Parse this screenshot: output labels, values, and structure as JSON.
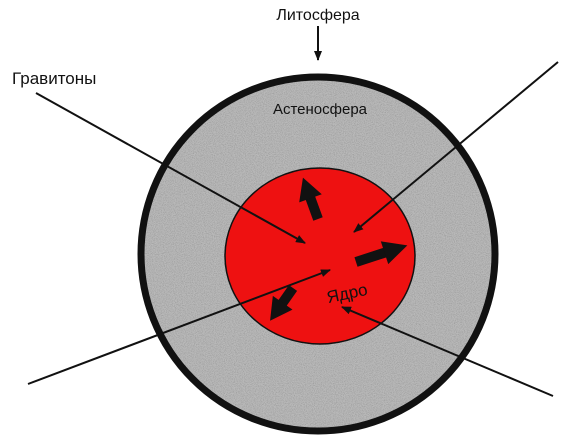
{
  "labels": {
    "lithosphere": "Литосфера",
    "gravitons": "Гравитоны",
    "asthenosphere": "Астеносфера",
    "core": "Ядро"
  },
  "colors": {
    "background": "#ffffff",
    "lithosphere_ring": "#111111",
    "asthenosphere_base": "#b8b8b8",
    "core_fill": "#ee1111",
    "line": "#111111",
    "arrow": "#111111"
  }
}
